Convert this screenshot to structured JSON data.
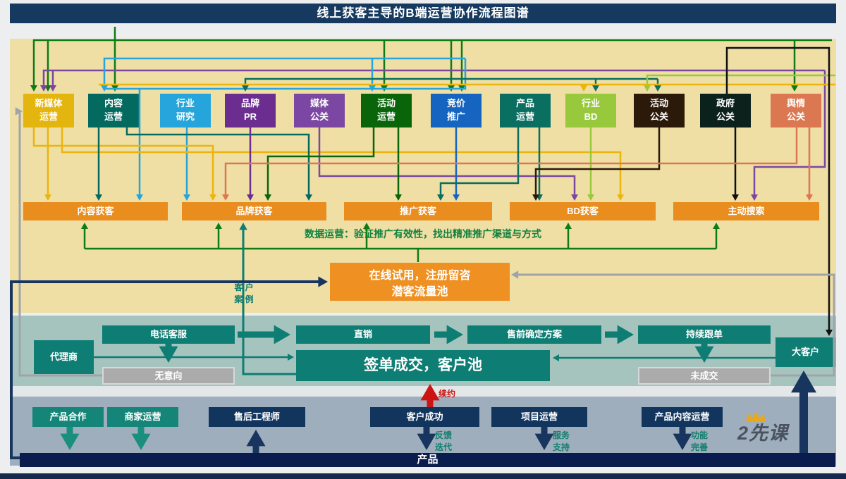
{
  "page": {
    "title": "线上获客主导的B端运营协作流程图谱"
  },
  "palette": {
    "title_navy": "#16395F",
    "beige": "#EFDFA5",
    "band_teal": "#A6C4BE",
    "band_gray": "#9FAEBD",
    "orange": "#E88D1E",
    "pool_orange": "#EE9022",
    "box_teal": "#0E7D74",
    "box_gray": "#ABABAB",
    "box_navy": "#12355E",
    "product_navy": "#0A1B4E",
    "arrow_red": "#CC1414",
    "note_green": "#12813E",
    "gold_crown": "#E8A81C"
  },
  "departments": [
    {
      "line1": "新媒体",
      "line2": "运营",
      "color": "#E5B50F"
    },
    {
      "line1": "内容",
      "line2": "运营",
      "color": "#046A60"
    },
    {
      "line1": "行业",
      "line2": "研究",
      "color": "#25A5DB"
    },
    {
      "line1": "品牌",
      "line2": "PR",
      "color": "#6B2D90"
    },
    {
      "line1": "媒体",
      "line2": "公关",
      "color": "#7C47A2"
    },
    {
      "line1": "活动",
      "line2": "运营",
      "color": "#0A650A"
    },
    {
      "line1": "竞价",
      "line2": "推广",
      "color": "#1565C0"
    },
    {
      "line1": "产品",
      "line2": "运营",
      "color": "#0A6E60"
    },
    {
      "line1": "行业",
      "line2": "BD",
      "color": "#98C93C"
    },
    {
      "line1": "活动",
      "line2": "公关",
      "color": "#2B1A0A"
    },
    {
      "line1": "政府",
      "line2": "公关",
      "color": "#0B211B"
    },
    {
      "line1": "舆情",
      "line2": "公关",
      "color": "#DB7852"
    }
  ],
  "channels": [
    {
      "label": "内容获客"
    },
    {
      "label": "品牌获客"
    },
    {
      "label": "推广获客"
    },
    {
      "label": "BD获客"
    },
    {
      "label": "主动搜索"
    }
  ],
  "pool": {
    "line1": "在线试用，注册留咨",
    "line2": "潜客流量池"
  },
  "notes": {
    "data_ops": "数据运营：验证推广有效性，找出精准推广渠道与方式",
    "customer_case_l1": "客 户",
    "customer_case_l2": "案 例",
    "renewal": "续约",
    "feedback_l1": "反馈",
    "feedback_l2": "迭代",
    "service_l1": "服务",
    "service_l2": "支持",
    "feature_l1": "功能",
    "feature_l2": "完善"
  },
  "sales": {
    "agent": "代理商",
    "phone": "电话客服",
    "no_intent": "无意向",
    "direct": "直销",
    "presale": "售前确定方案",
    "follow": "持续跟单",
    "lost": "未成交",
    "deal": "签单成交，客户池",
    "key_account": "大客户"
  },
  "bottom": {
    "product_coop": "产品合作",
    "merchant_ops": "商家运营",
    "after_sales": "售后工程师",
    "customer_success": "客户成功",
    "project_ops": "项目运营",
    "product_content_ops": "产品内容运营",
    "product_bar": "产品"
  },
  "logo": {
    "text": "2先课"
  }
}
